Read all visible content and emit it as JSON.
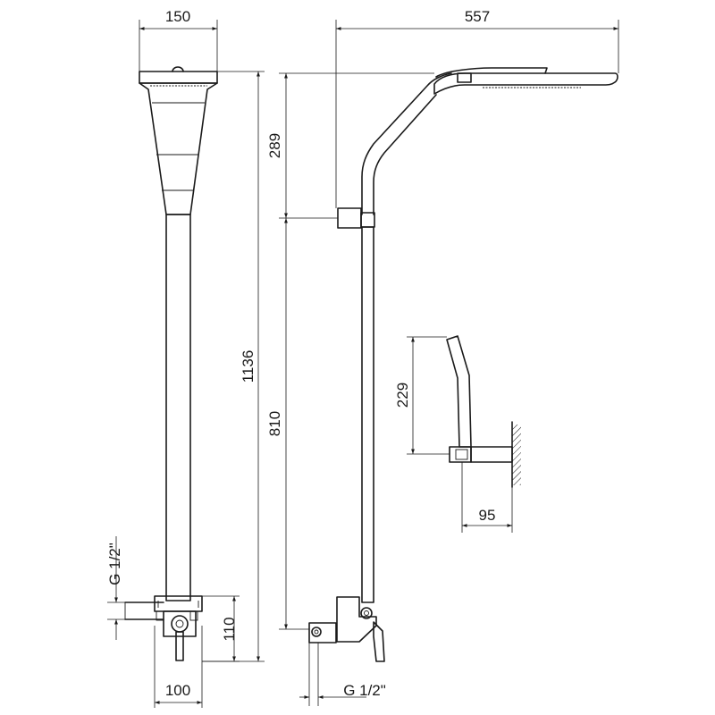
{
  "dimensions": {
    "head_width": "150",
    "arm_length": "557",
    "head_height": "289",
    "total_height": "1136",
    "bar_height": "810",
    "hand_height": "229",
    "wall_offset": "95",
    "thread_left": "G 1/2\"",
    "valve_height": "110",
    "valve_width": "100",
    "thread_bottom": "G 1/2\""
  }
}
